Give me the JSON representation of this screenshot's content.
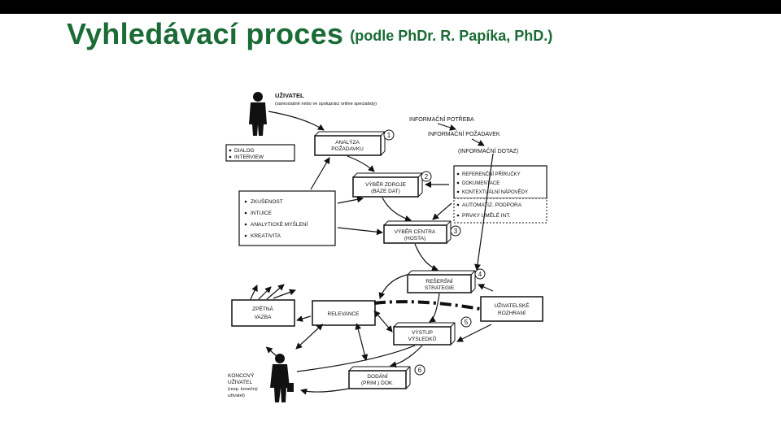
{
  "title": "Vyhledávací proces",
  "subtitle": "(podle PhDr. R. Papíka, PhD.)",
  "colors": {
    "title": "#1a6b35",
    "topbar": "#000000",
    "ink": "#111111"
  },
  "diagram": {
    "user_label": "UŽIVATEL",
    "user_note": "(samostatně nebo ve spolupráci online specialisty)",
    "info_chain": [
      "INFORMAČNÍ POTŘEBA",
      "INFORMAČNÍ POŽADAVEK",
      "(INFORMAČNÍ DOTAZ)"
    ],
    "methods_box": [
      "DIALOG",
      "INTERVIEW"
    ],
    "abilities_box": [
      "ZKUŠENOST",
      "INTUICE",
      "ANALYTICKÉ MYŠLENÍ",
      "KREATIVITA"
    ],
    "resources_box": [
      "REFERENČNÍ PŘÍRUČKY",
      "DOKUMENTACE",
      "KONTEXTUÁLNÍ NÁPOVĚDY"
    ],
    "support_box": [
      "AUTOMATIZ. PODPORA",
      "PRVKY UMĚLÉ INT."
    ],
    "steps": [
      {
        "num": "1",
        "line1": "ANALÝZA",
        "line2": "POŽADAVKU"
      },
      {
        "num": "2",
        "line1": "VÝBĚR ZDROJE",
        "line2": "(BÁZE DAT)"
      },
      {
        "num": "3",
        "line1": "VÝBĚR CENTRA",
        "line2": "(HOSTA)"
      },
      {
        "num": "4",
        "line1": "REŠERŠNÍ",
        "line2": "STRATEGIE"
      },
      {
        "num": "5",
        "line1": "VÝSTUP",
        "line2": "VÝSLEDKŮ"
      },
      {
        "num": "6",
        "line1": "DODÁNÍ",
        "line2": "(PRIM.) DOK."
      }
    ],
    "interface_box": [
      "UŽIVATELSKÉ",
      "ROZHRANÍ"
    ],
    "relevance_box": "RELEVANCE",
    "feedback_box": [
      "ZPĚTNÁ",
      "VAZBA"
    ],
    "end_user": [
      "KONCOVÝ",
      "UŽIVATEL",
      "(resp. konečný",
      "uživatel)"
    ]
  }
}
